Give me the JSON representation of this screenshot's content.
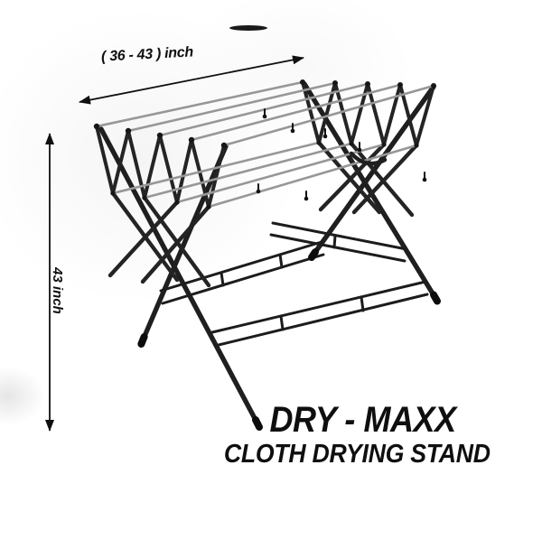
{
  "annotations": {
    "width_label": "( 36 - 43 ) inch",
    "height_label": "43  inch"
  },
  "branding": {
    "name": "DRY - MAXX",
    "tagline": "CLOTH DRYING STAND"
  },
  "icons": {
    "width_arrow": "double-headed-arrow",
    "height_arrow": "double-headed-arrow"
  },
  "illustration": {
    "subject": "black accordion folding cloth drying stand with gray drying rods, X-frame legs and ladder cross braces"
  },
  "colors": {
    "frame": "#242424",
    "rods": "#979797",
    "text": "#0f0f0f",
    "background": "#ffffff"
  }
}
